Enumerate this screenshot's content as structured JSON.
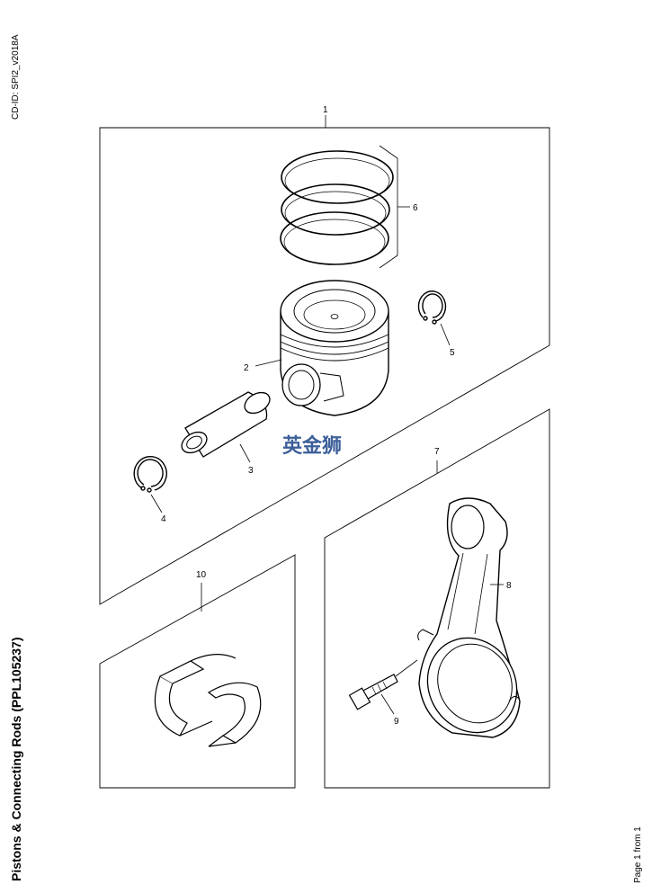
{
  "header": {
    "cd_id": "CD-ID: SPI2_v2018A"
  },
  "title": "Pistons & Connecting Rods (PPL105237)",
  "footer": {
    "page": "Page 1 from 1"
  },
  "watermark": "英金狮",
  "callouts": {
    "c1": "1",
    "c2": "2",
    "c3": "3",
    "c4": "4",
    "c5": "5",
    "c6": "6",
    "c7": "7",
    "c8": "8",
    "c9": "9",
    "c10": "10"
  },
  "groups": [
    {
      "callout": "1",
      "parts": [
        "2",
        "3",
        "4",
        "5",
        "6"
      ]
    },
    {
      "callout": "7",
      "parts": [
        "8",
        "9"
      ]
    },
    {
      "callout": "10",
      "parts": []
    }
  ],
  "colors": {
    "line": "#000000",
    "watermark": "#3d5f9a",
    "background": "#ffffff"
  }
}
